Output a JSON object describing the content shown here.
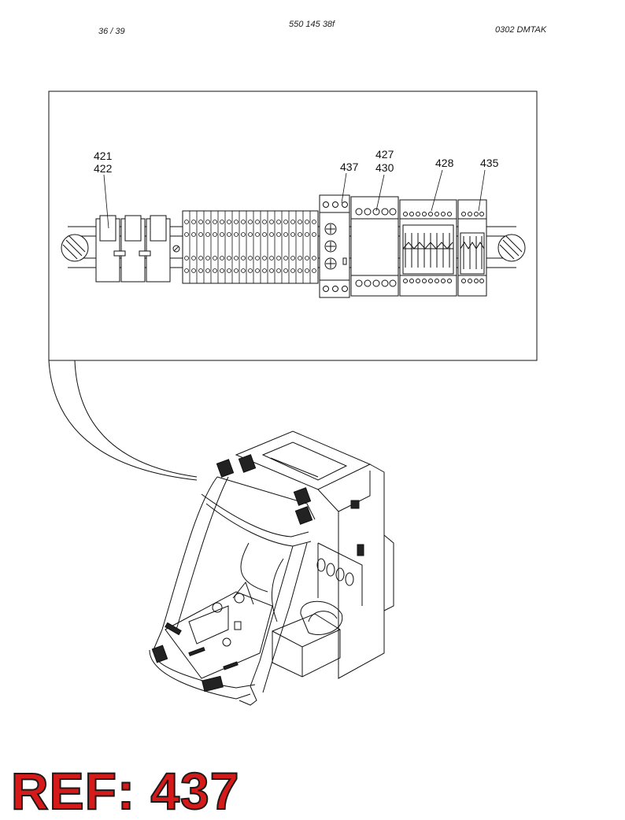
{
  "header": {
    "page": "36 / 39",
    "doc_number": "550 145 38f",
    "code": "0302   DMTAK"
  },
  "callouts": {
    "c421": "421",
    "c422": "422",
    "c437": "437",
    "c427": "427",
    "c430": "430",
    "c428": "428",
    "c435": "435"
  },
  "ref_label": "REF: 437"
}
